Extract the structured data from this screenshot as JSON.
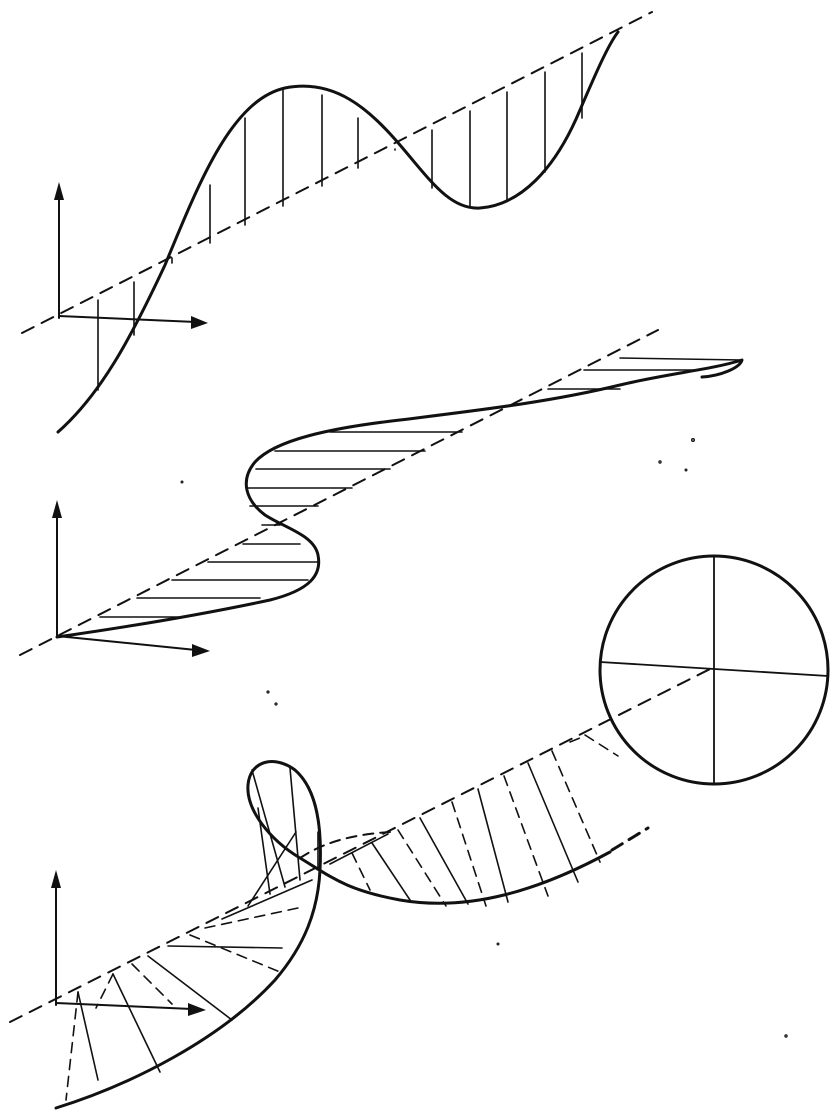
{
  "figure": {
    "panels": [
      {
        "id": "vertical-polarization",
        "description_visible": false
      },
      {
        "id": "horizontal-polarization",
        "description_visible": false
      },
      {
        "id": "circular-polarization",
        "description_visible": false
      }
    ]
  },
  "colors": {
    "ink": "#111111",
    "background": "#ffffff"
  }
}
